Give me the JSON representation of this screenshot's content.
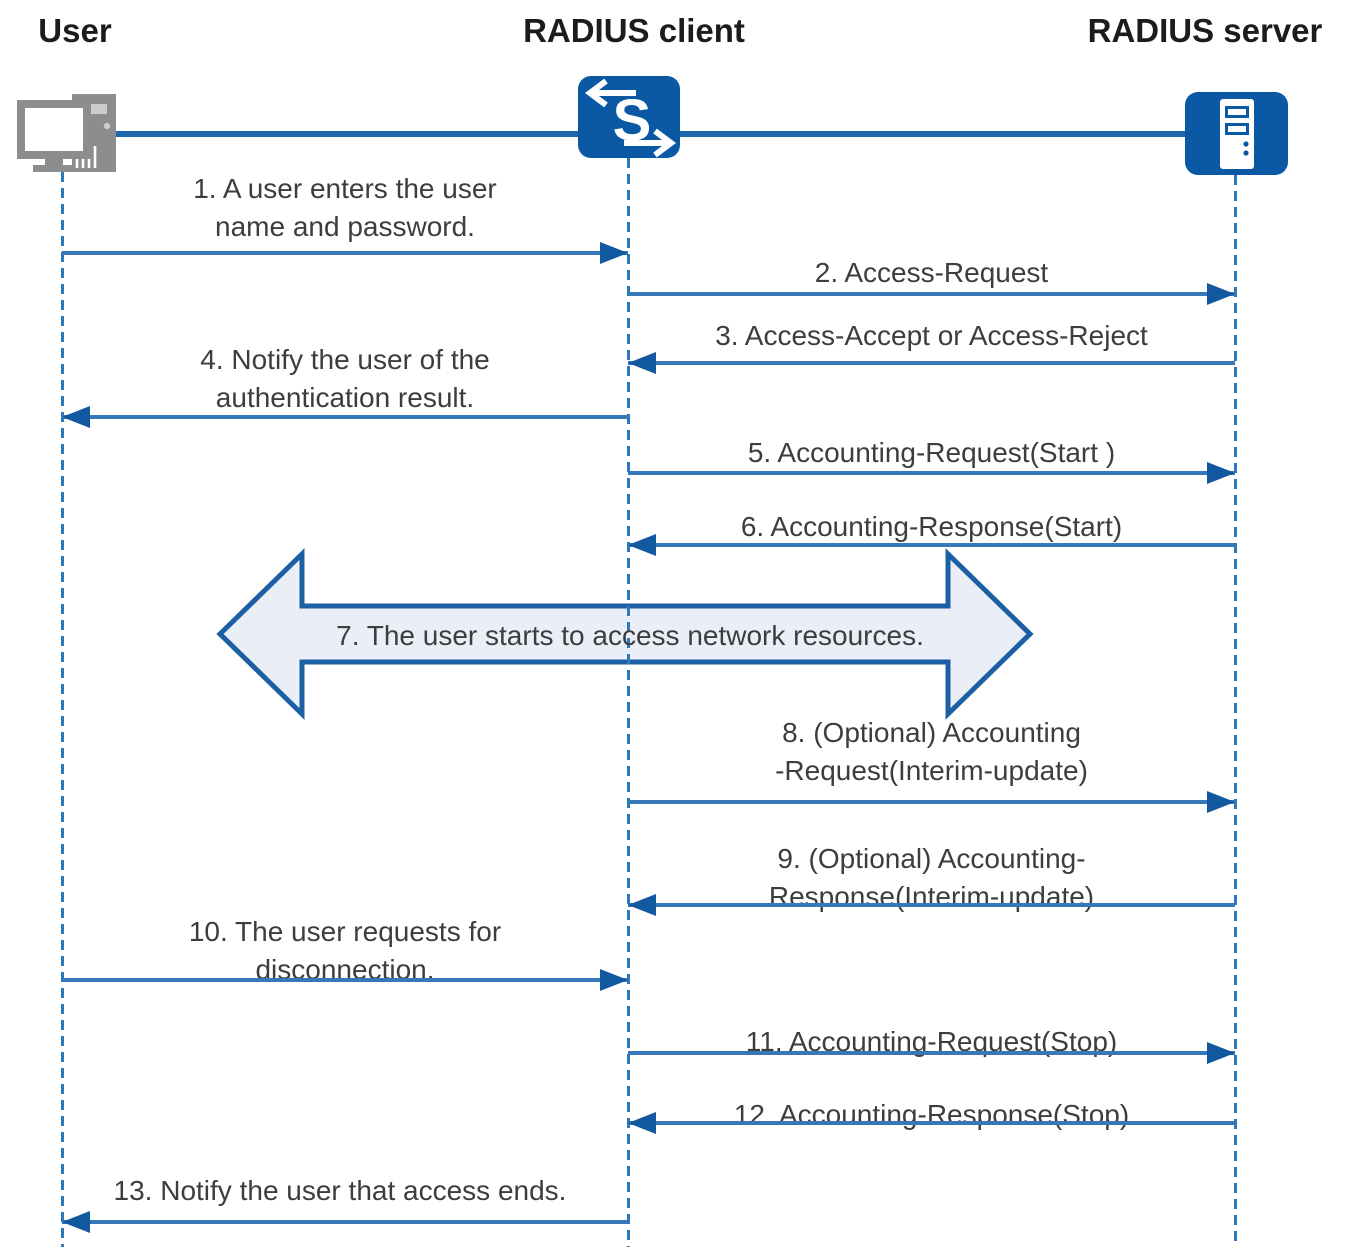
{
  "diagram": {
    "title_implied": "RADIUS authentication, authorization and accounting message exchange",
    "actors": [
      {
        "name": "User",
        "icon": "user-computer-icon"
      },
      {
        "name": "RADIUS client",
        "icon": "switch-icon"
      },
      {
        "name": "RADIUS server",
        "icon": "server-icon"
      }
    ],
    "icons": {
      "switch_letter": "S"
    },
    "messages": {
      "m1": {
        "line1": "1. A user enters the user",
        "line2": "name and password.",
        "from": "User",
        "to": "RADIUS client"
      },
      "m2": {
        "line1": "2. Access-Request",
        "from": "RADIUS client",
        "to": "RADIUS server"
      },
      "m3": {
        "line1": "3. Access-Accept or Access-Reject",
        "from": "RADIUS server",
        "to": "RADIUS client"
      },
      "m4": {
        "line1": "4. Notify the user of the",
        "line2": "authentication result.",
        "from": "RADIUS client",
        "to": "User"
      },
      "m5": {
        "line1": "5. Accounting-Request(Start )",
        "from": "RADIUS client",
        "to": "RADIUS server"
      },
      "m6": {
        "line1": "6. Accounting-Response(Start)",
        "from": "RADIUS server",
        "to": "RADIUS client"
      },
      "m7": {
        "line1": "7. The user starts to access network resources.",
        "type": "bidirectional-band"
      },
      "m8": {
        "line1": "8. (Optional) Accounting",
        "line2": "-Request(Interim-update)",
        "from": "RADIUS client",
        "to": "RADIUS server"
      },
      "m9": {
        "line1": "9. (Optional) Accounting-",
        "line2": "Response(Interim-update)",
        "from": "RADIUS server",
        "to": "RADIUS client"
      },
      "m10": {
        "line1": "10. The user requests for",
        "line2": "disconnection.",
        "from": "User",
        "to": "RADIUS client"
      },
      "m11": {
        "line1": "11. Accounting-Request(Stop)",
        "from": "RADIUS client",
        "to": "RADIUS server"
      },
      "m12": {
        "line1": "12. Accounting-Response(Stop)",
        "from": "RADIUS server",
        "to": "RADIUS client"
      },
      "m13": {
        "line1": "13. Notify the user that access ends.",
        "from": "RADIUS client",
        "to": "User"
      }
    },
    "colors": {
      "arrow_line": "#3579ba",
      "arrow_head": "#12589f",
      "lifeline_blue": "#2e78bb",
      "icon_blue": "#0b59a5",
      "top_link_blue": "#1e67ae",
      "band_fill": "#e9eef7",
      "band_border": "#1c5fa4",
      "computer_gray": "#8d8d8d",
      "text_gray": "#3d3d3d",
      "heading_black": "#1c1c1c"
    }
  }
}
